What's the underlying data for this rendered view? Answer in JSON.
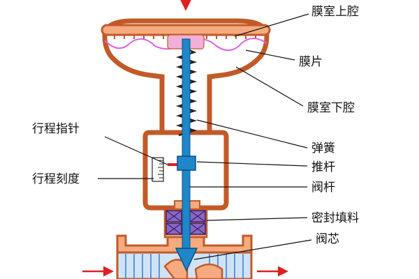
{
  "labels": {
    "upper_chamber": "膜室上腔",
    "diaphragm": "膜片",
    "lower_chamber": "膜室下腔",
    "spring": "弹簧",
    "push_rod": "推杆",
    "valve_stem": "阀杆",
    "packing": "密封填料",
    "valve_core": "阀芯",
    "travel_pointer": "行程指针",
    "travel_scale": "行程刻度"
  },
  "colors": {
    "body_outline": "#c25a28",
    "body_fill": "#f5ab7f",
    "chamber_fill": "#ffffff",
    "stem": "#1f86c9",
    "stem_dark": "#0d4f80",
    "spring": "#222222",
    "diaphragm_line": "#e060e0",
    "packing_fill": "#8a66c6",
    "flow_arrow": "#e02020",
    "pipe_fill": "#cfe3f7",
    "pipe_lines": "#3a7bd5",
    "pointer": "#e02020"
  }
}
